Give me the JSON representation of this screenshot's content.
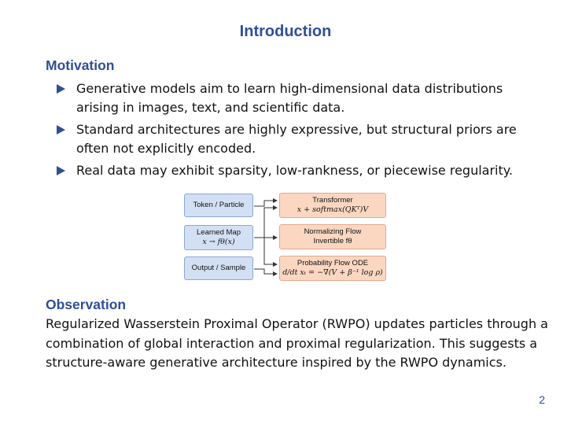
{
  "title": "Introduction",
  "motivation": {
    "heading": "Motivation",
    "bullets": [
      "Generative models aim to learn high-dimensional data distributions arising in images, text, and scientific data.",
      "Standard architectures are highly expressive, but structural priors are often not explicitly encoded.",
      "Real data may exhibit sparsity, low-rankness, or piecewise regularity."
    ]
  },
  "diagram": {
    "left_boxes": [
      {
        "line1": "Token / Particle",
        "line2": ""
      },
      {
        "line1": "Learned Map",
        "line2": "x → fθ(x)"
      },
      {
        "line1": "Output / Sample",
        "line2": ""
      }
    ],
    "right_boxes": [
      {
        "line1": "Transformer",
        "line2": "x + softmax(QKᵀ)V"
      },
      {
        "line1": "Normalizing Flow",
        "line2": "Invertible fθ"
      },
      {
        "line1": "Probability Flow ODE",
        "line2": "d/dt xₜ = −∇(V + β⁻¹ log ρ)"
      }
    ],
    "colors": {
      "left_fill": "#d3e0f3",
      "right_fill": "#fbd7c2",
      "arrow": "#333333"
    }
  },
  "observation": {
    "heading": "Observation",
    "text": "Regularized Wasserstein Proximal Operator (RWPO) updates particles through a combination of global interaction and proximal regularization. This suggests a structure-aware generative architecture inspired by the RWPO dynamics."
  },
  "page_number": "2",
  "accent_color": "#2f4f96"
}
